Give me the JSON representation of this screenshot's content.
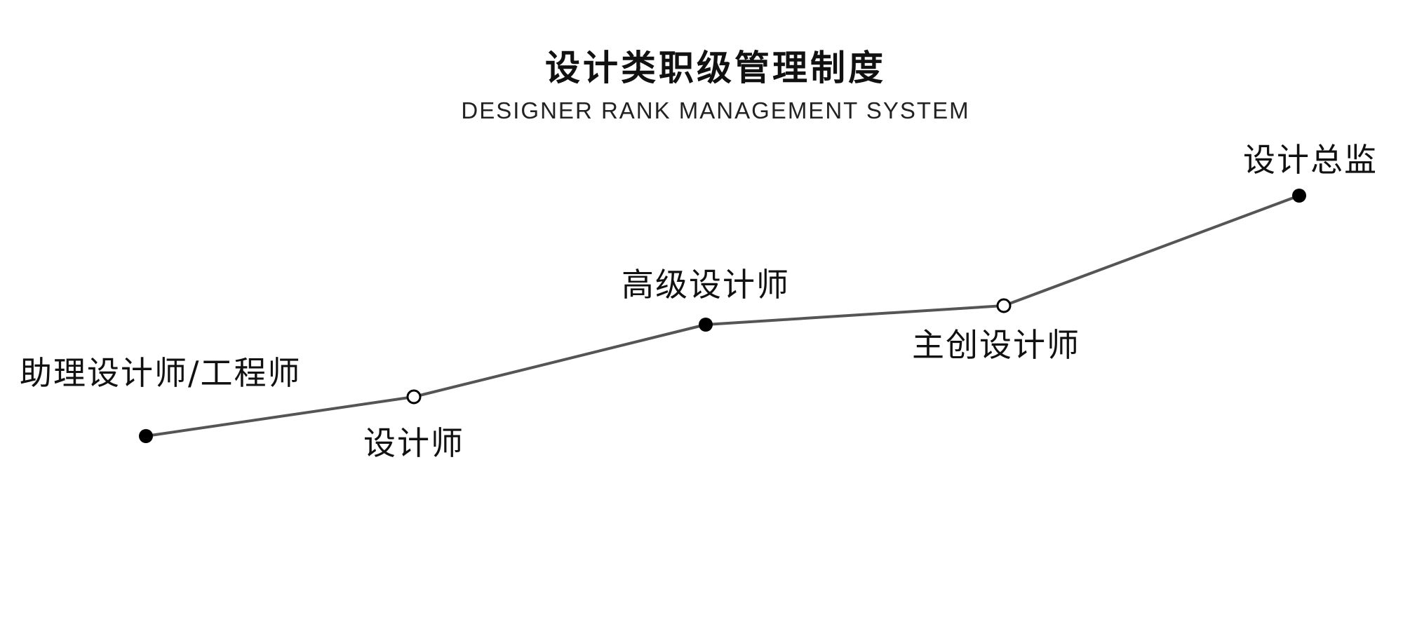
{
  "header": {
    "title": "设计类职级管理制度",
    "subtitle": "DESIGNER RANK MANAGEMENT SYSTEM"
  },
  "colors": {
    "line": "#555555",
    "node": "#000000",
    "hollow_fill": "#ffffff"
  },
  "ranks": [
    {
      "id": "assistant",
      "label": "助理设计师/工程师",
      "style": "filled"
    },
    {
      "id": "designer",
      "label": "设计师",
      "style": "hollow"
    },
    {
      "id": "senior",
      "label": "高级设计师",
      "style": "filled"
    },
    {
      "id": "lead",
      "label": "主创设计师",
      "style": "hollow"
    },
    {
      "id": "director",
      "label": "设计总监",
      "style": "filled"
    }
  ]
}
